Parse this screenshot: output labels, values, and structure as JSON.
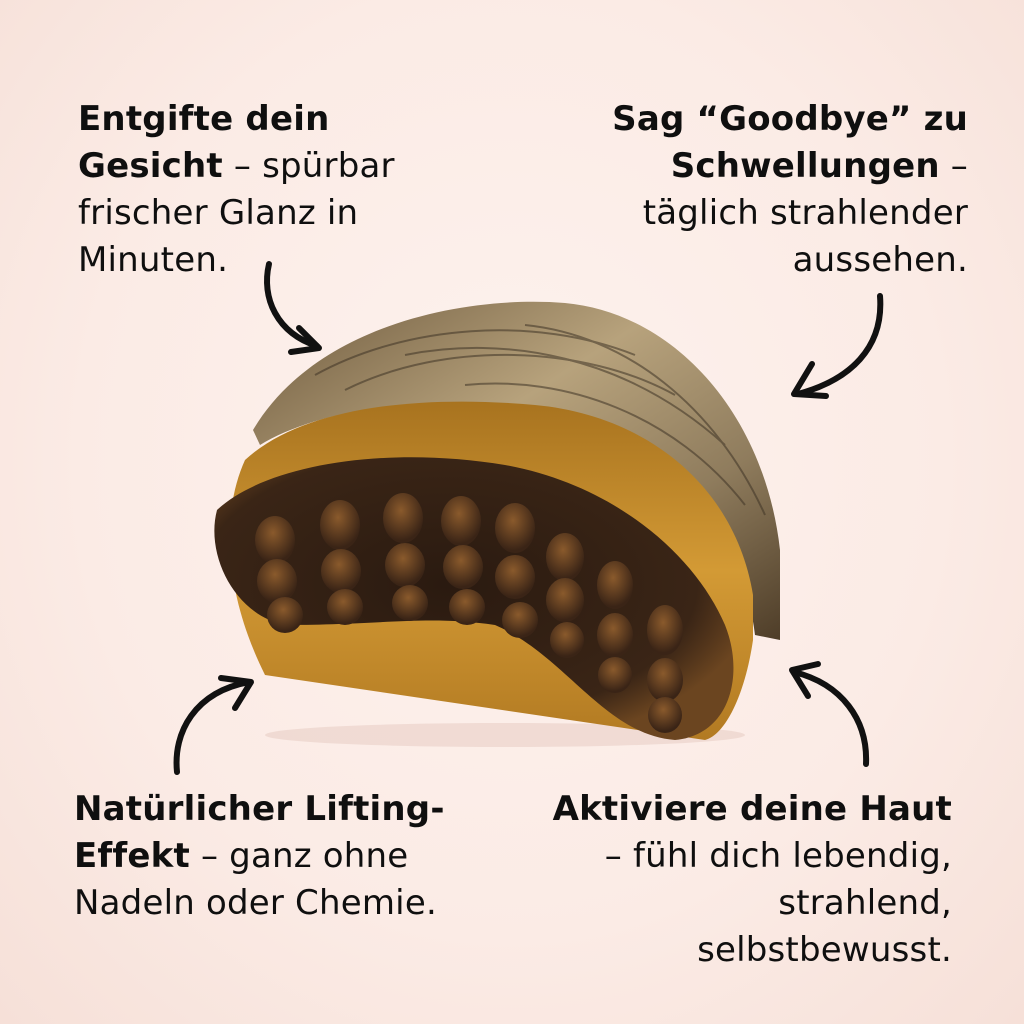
{
  "captions": {
    "top_left": {
      "bold": "Entgifte dein Gesicht",
      "sep": " – ",
      "text": "spürbar frischer Glanz in Minuten."
    },
    "top_right": {
      "bold": "Sag “Goodbye” zu Schwellungen",
      "sep": " – ",
      "text": "täglich strahlender aussehen."
    },
    "bottom_left": {
      "bold": "Natürlicher Lifting-Effekt",
      "sep": " – ",
      "text": "ganz ohne Nadeln oder Chemie."
    },
    "bottom_right": {
      "bold": "Aktiviere deine Haut",
      "sep": " – ",
      "text": "fühl dich lebendig, strahlend, selbstbewusst."
    }
  },
  "product": {
    "name": "Face massage brush with wooden handle",
    "icon": "brush-image"
  },
  "colors": {
    "background": "#fbede8",
    "text": "#0f0f0f",
    "bristle_gold": "#c88a2a",
    "bristle_dark": "#3a2516",
    "wood": "#8a7a5e"
  }
}
